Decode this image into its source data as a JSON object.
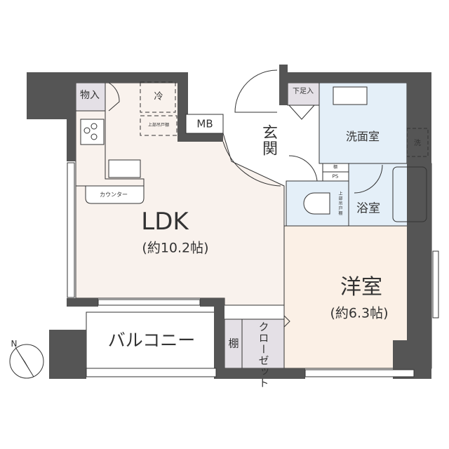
{
  "rooms": {
    "ldk": {
      "name": "LDK",
      "size": "(約10.2帖)"
    },
    "western_room": {
      "name": "洋室",
      "size": "(約6.3帖)"
    },
    "balcony": {
      "name": "バルコニー"
    },
    "entrance": {
      "name": "玄関"
    },
    "washroom": {
      "name": "洗面室"
    },
    "bathroom": {
      "name": "浴室"
    }
  },
  "fixtures": {
    "storage": "物入",
    "fridge": "冷",
    "upper_cabinet": "上部吊戸棚",
    "meter_box": "MB",
    "counter": "カウンター",
    "shoe_box": "下足入",
    "washer": "洗",
    "shelf_small": "棚",
    "pipe_space": "PS",
    "toilet_upper_cabinet": "上部吊戸棚",
    "closet_shelf": "棚",
    "closet": "クローゼット"
  },
  "compass": {
    "north_label": "N"
  },
  "colors": {
    "wall": "#555555",
    "ldk_floor": "#f9f2ed",
    "wet_area": "#e4eff8",
    "storage": "#e4e0e6",
    "western_floor": "#fbf0e6"
  }
}
